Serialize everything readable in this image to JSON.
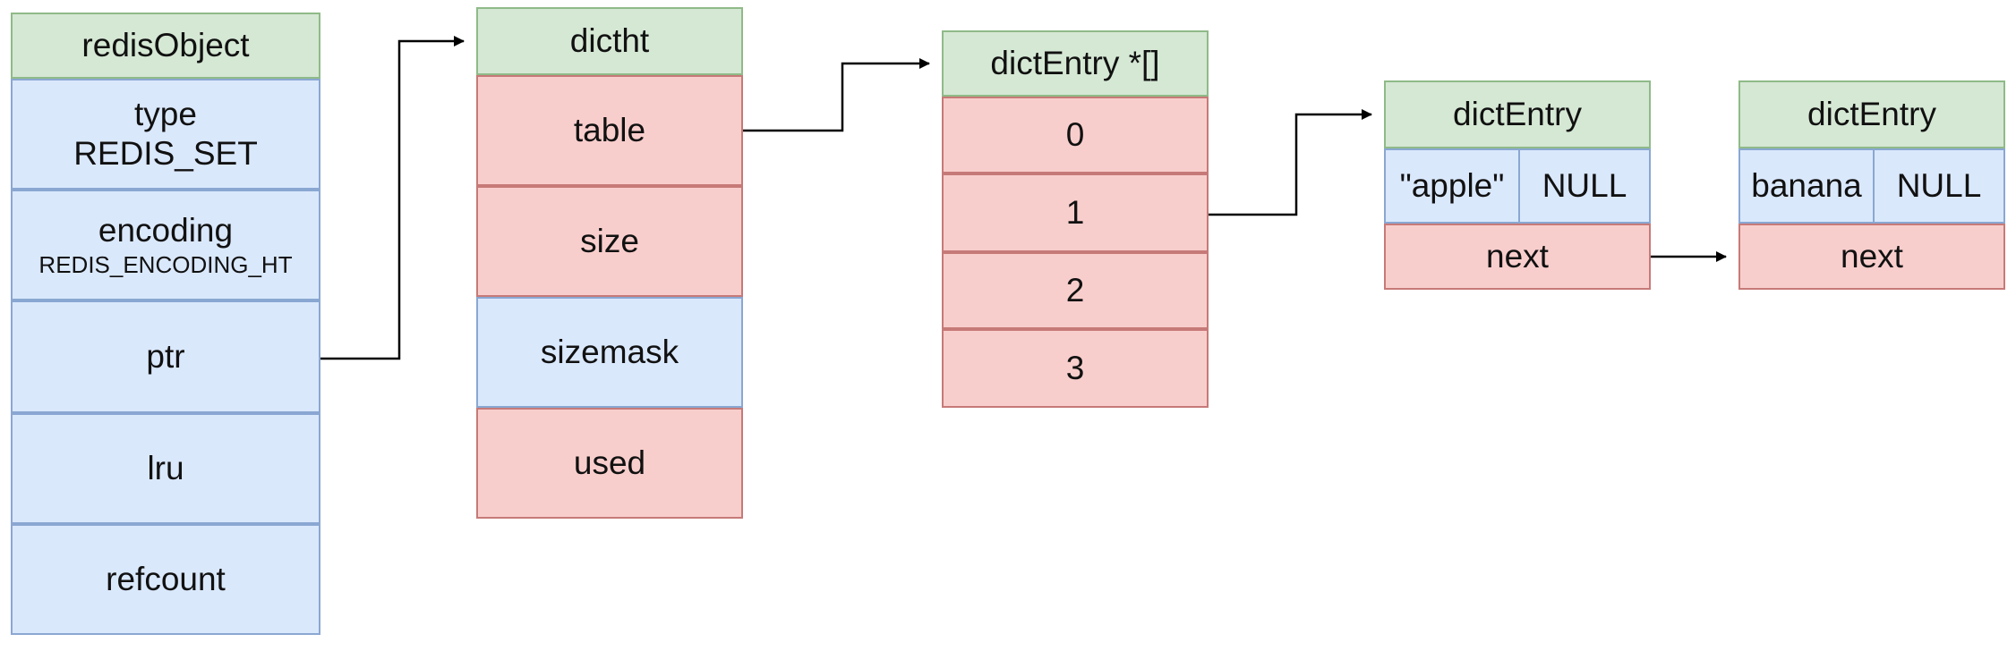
{
  "redis_object": {
    "header": "redisObject",
    "type_label": "type",
    "type_value": "REDIS_SET",
    "encoding_label": "encoding",
    "encoding_value": "REDIS_ENCODING_HT",
    "ptr": "ptr",
    "lru": "lru",
    "refcount": "refcount"
  },
  "dictht": {
    "header": "dictht",
    "table": "table",
    "size": "size",
    "sizemask": "sizemask",
    "used": "used"
  },
  "entry_array": {
    "header": "dictEntry *[]",
    "slots": [
      "0",
      "1",
      "2",
      "3"
    ]
  },
  "entry_apple": {
    "header": "dictEntry",
    "key": "\"apple\"",
    "value": "NULL",
    "next": "next"
  },
  "entry_banana": {
    "header": "dictEntry",
    "key": "banana",
    "value": "NULL",
    "next": "next"
  }
}
